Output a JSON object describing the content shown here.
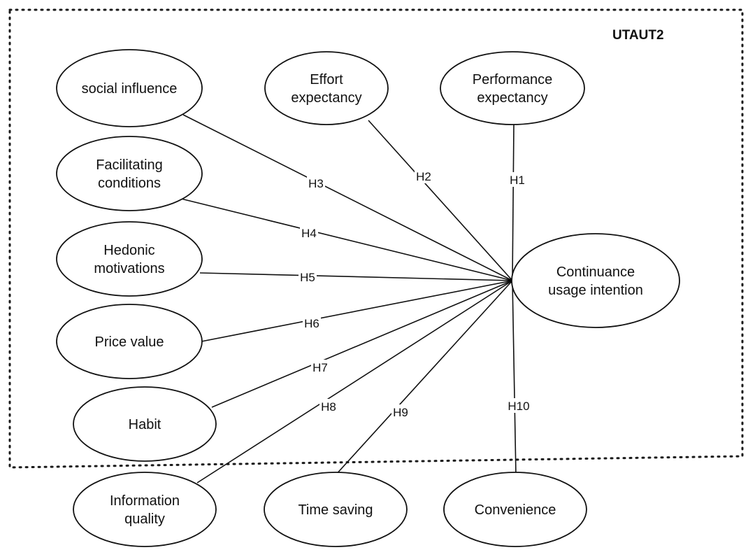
{
  "boundary": {
    "title": "UTAUT2"
  },
  "target": {
    "id": "ci",
    "label": "Continuance usage intention",
    "lines": [
      "Continuance",
      "usage intention"
    ]
  },
  "nodes": [
    {
      "id": "pe",
      "label": "Performance expectancy",
      "lines": [
        "Performance",
        "expectancy"
      ]
    },
    {
      "id": "ee",
      "label": "Effort expectancy",
      "lines": [
        "Effort",
        "expectancy"
      ]
    },
    {
      "id": "si",
      "label": "social influence",
      "lines": [
        "social influence"
      ]
    },
    {
      "id": "fc",
      "label": "Facilitating conditions",
      "lines": [
        "Facilitating",
        "conditions"
      ]
    },
    {
      "id": "hm",
      "label": "Hedonic motivations",
      "lines": [
        "Hedonic",
        "motivations"
      ]
    },
    {
      "id": "pv",
      "label": "Price value",
      "lines": [
        "Price value"
      ]
    },
    {
      "id": "hb",
      "label": "Habit",
      "lines": [
        "Habit"
      ]
    },
    {
      "id": "iq",
      "label": "Information quality",
      "lines": [
        "Information",
        "quality"
      ]
    },
    {
      "id": "ts",
      "label": "Time saving",
      "lines": [
        "Time saving"
      ]
    },
    {
      "id": "cv",
      "label": "Convenience",
      "lines": [
        "Convenience"
      ]
    }
  ],
  "edges": [
    {
      "from": "pe",
      "to": "ci",
      "label": "H1"
    },
    {
      "from": "ee",
      "to": "ci",
      "label": "H2"
    },
    {
      "from": "si",
      "to": "ci",
      "label": "H3"
    },
    {
      "from": "fc",
      "to": "ci",
      "label": "H4"
    },
    {
      "from": "hm",
      "to": "ci",
      "label": "H5"
    },
    {
      "from": "pv",
      "to": "ci",
      "label": "H6"
    },
    {
      "from": "hb",
      "to": "ci",
      "label": "H7"
    },
    {
      "from": "iq",
      "to": "ci",
      "label": "H8"
    },
    {
      "from": "ts",
      "to": "ci",
      "label": "H9"
    },
    {
      "from": "cv",
      "to": "ci",
      "label": "H10"
    }
  ]
}
